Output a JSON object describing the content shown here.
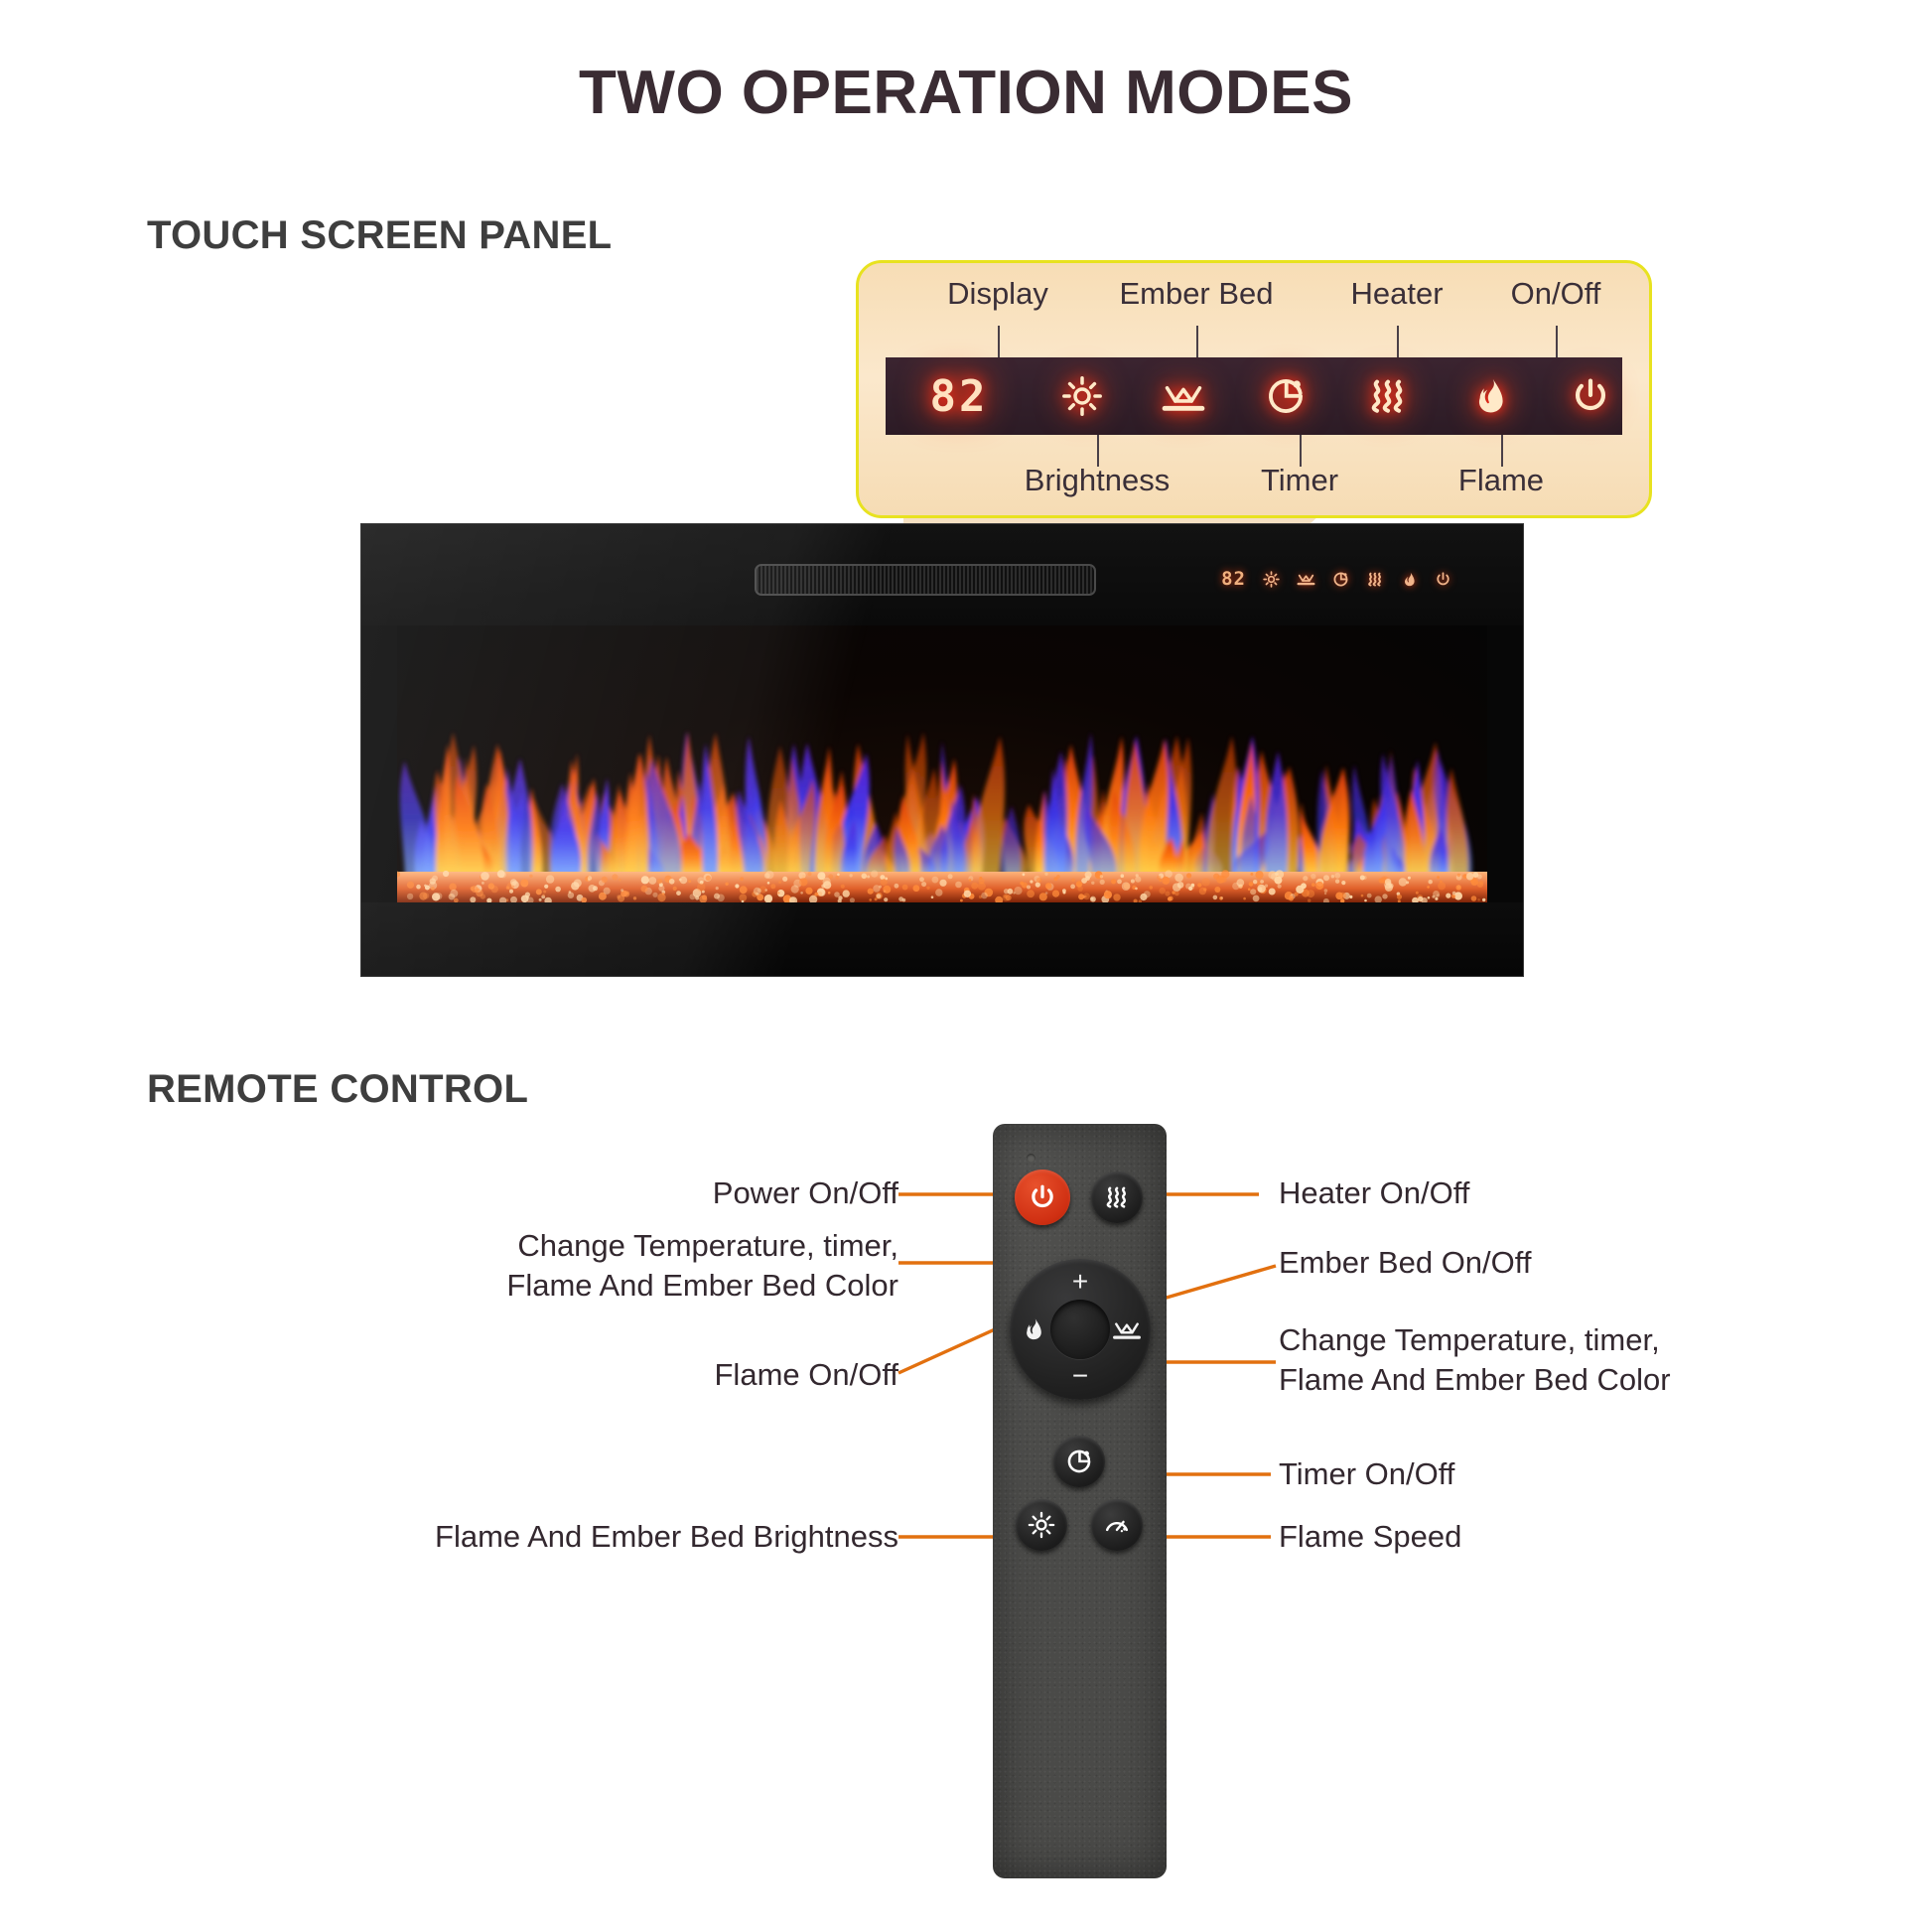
{
  "page": {
    "title": "TWO OPERATION MODES",
    "accent_orange": "#e2700f",
    "callout_border": "#e8e21f",
    "callout_bg": "#f8e0bd",
    "led_red": "#ff3312",
    "power_red": "#d6381a",
    "title_color": "#3a2c33"
  },
  "sections": {
    "touch_panel_heading": "TOUCH SCREEN PANEL",
    "remote_heading": "REMOTE CONTROL"
  },
  "touch_panel": {
    "display_value": "82",
    "top_labels": [
      {
        "label": "Display",
        "icon": "seven-segment-display"
      },
      {
        "label": "Ember Bed",
        "icon": "ember-bed-icon"
      },
      {
        "label": "Heater",
        "icon": "heater-icon"
      },
      {
        "label": "On/Off",
        "icon": "power-icon"
      }
    ],
    "bottom_labels": [
      {
        "label": "Brightness",
        "icon": "brightness-sun-icon"
      },
      {
        "label": "Timer",
        "icon": "timer-icon"
      },
      {
        "label": "Flame",
        "icon": "flame-icon"
      }
    ],
    "strip_icons": [
      "seven-segment-display",
      "brightness-sun-icon",
      "ember-bed-icon",
      "timer-icon",
      "heater-icon",
      "flame-icon",
      "power-icon"
    ]
  },
  "fireplace": {
    "mini_display_value": "82",
    "mini_icons": [
      "brightness-sun-icon",
      "ember-bed-icon",
      "timer-icon",
      "heater-icon",
      "flame-icon",
      "power-icon"
    ]
  },
  "remote": {
    "buttons": [
      {
        "id": "power",
        "icon": "power-icon",
        "label": "Power On/Off",
        "side": "left"
      },
      {
        "id": "heater",
        "icon": "heater-icon",
        "label": "Heater On/Off",
        "side": "right"
      },
      {
        "id": "plus",
        "icon": "plus-icon",
        "label": "Change Temperature, timer,\nFlame And Ember Bed Color",
        "side": "left"
      },
      {
        "id": "minus",
        "icon": "minus-icon",
        "label": "Change Temperature, timer,\nFlame And Ember Bed Color",
        "side": "right"
      },
      {
        "id": "flame",
        "icon": "flame-icon",
        "label": "Flame On/Off",
        "side": "left"
      },
      {
        "id": "ember-bed",
        "icon": "ember-bed-icon",
        "label": "Ember Bed On/Off",
        "side": "right"
      },
      {
        "id": "timer",
        "icon": "timer-icon",
        "label": "Timer On/Off",
        "side": "right"
      },
      {
        "id": "brightness",
        "icon": "brightness-sun-icon",
        "label": "Flame And Ember Bed Brightness",
        "side": "left"
      },
      {
        "id": "flame-speed",
        "icon": "speed-gauge-icon",
        "label": "Flame Speed",
        "side": "right"
      }
    ],
    "dpad": {
      "plus": "+",
      "minus": "−"
    }
  }
}
